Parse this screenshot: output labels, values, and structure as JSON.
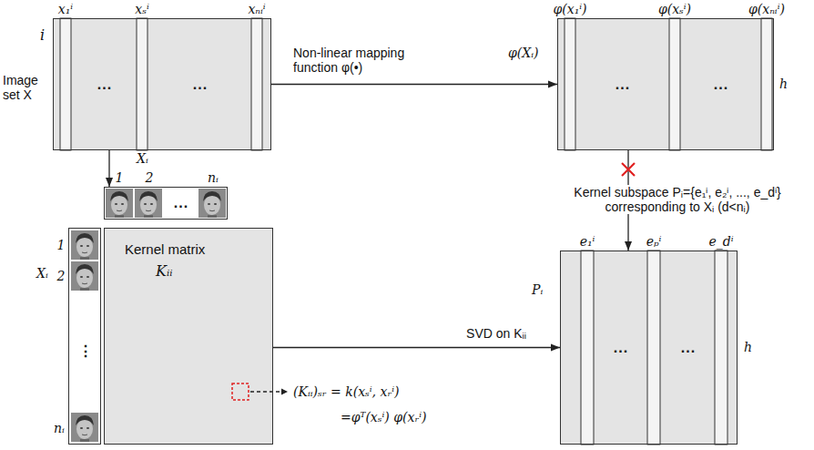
{
  "diagram": {
    "nodes": [
      {
        "text": [
          "...",
          "..."
        ]
      },
      {
        "text": [
          "...",
          "..."
        ]
      },
      {
        "text": [
          "1",
          "2",
          "...",
          "nᵢ"
        ]
      },
      {
        "text": [
          "1",
          "2",
          "⋮",
          "nᵢ"
        ]
      },
      {
        "text": [
          "Kernel matrix",
          "Kᵢᵢ"
        ]
      },
      {
        "text": [
          "...",
          "..."
        ]
      }
    ],
    "edges": [
      {
        "from": 0,
        "to": 1,
        "arrow": "to",
        "label": "Non-linear mapping function φ(•)"
      },
      {
        "from": 0,
        "to": 2,
        "arrow": "to"
      },
      {
        "from": 1,
        "to": 5,
        "arrow": "to",
        "label": "Kernel subspace Pᵢ={e₁ⁱ, e₂ⁱ, ..., e_dⁱ} corresponding to Xᵢ (d<nᵢ)"
      },
      {
        "from": 4,
        "to": 5,
        "arrow": "to",
        "label": "SVD on Kᵢᵢ"
      }
    ],
    "labels": [
      "Image set X",
      "i",
      "x₁ⁱ",
      "xₛⁱ",
      "xₙᵢⁱ",
      "φ(x₁ⁱ)",
      "φ(xₛⁱ)",
      "φ(xₙᵢⁱ)",
      "φ(Xᵢ)",
      "h",
      "Xᵢ",
      "Xᵢ",
      "(Kᵢᵢ)ₛᵣ = k(xₛⁱ, xᵣⁱ)",
      "=φᵀ(xₛⁱ) φ(xᵣⁱ)",
      "e₁ⁱ",
      "eₚⁱ",
      "e_dⁱ",
      "Pᵢ",
      "h"
    ]
  }
}
